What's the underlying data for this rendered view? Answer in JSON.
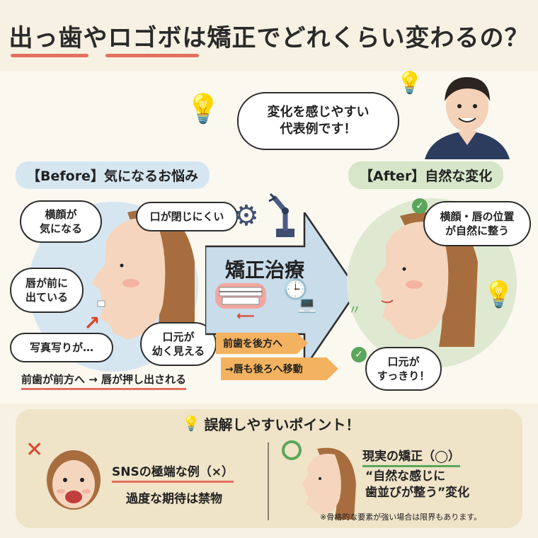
{
  "title": "出っ歯やロゴボは矯正でどれくらい変わるの？",
  "speech_main": "変化を感じやすい\n代表例です！",
  "before": {
    "header": "【Before】気になるお悩み",
    "b1": "横顔が\n気になる",
    "b2": "口が閉じにくい",
    "b3": "唇が前に\n出ている",
    "b4": "写真写りが…",
    "b5": "口元が\n幼く見える",
    "cause": "前歯が前方へ → 唇が押し出される"
  },
  "treatment": {
    "label": "矯正治療",
    "step1": "前歯を後方へ",
    "step2": "→唇も後ろへ移動"
  },
  "after": {
    "header": "【After】自然な変化",
    "a1": "横顔・唇の位置\nが自然に整う",
    "a2": "口元が\nすっきり！"
  },
  "bottom": {
    "heading": "誤解しやすいポイント！",
    "left_title": "SNSの極端な例（×）",
    "left_text": "過度な期待は禁物",
    "right_title": "現実の矯正（◯）",
    "right_text": "“自然な感じに\n歯並びが整う”変化",
    "note": "※骨格的な要素が強い場合は限界もあります。"
  },
  "icons": [
    "lightbulb-icon",
    "gear-icon",
    "robot-arm-icon",
    "clock-icon",
    "laptop-icon",
    "check-icon",
    "cross-mark-icon",
    "circle-mark-icon"
  ],
  "colors": {
    "accent": "#e2705e",
    "before_bg": "#d6e6f1",
    "after_bg": "#dfe9d2",
    "arrow": "#c8dcea",
    "orange": "#f2b25f",
    "panel": "#efe3c8",
    "green": "#5aa65a"
  }
}
